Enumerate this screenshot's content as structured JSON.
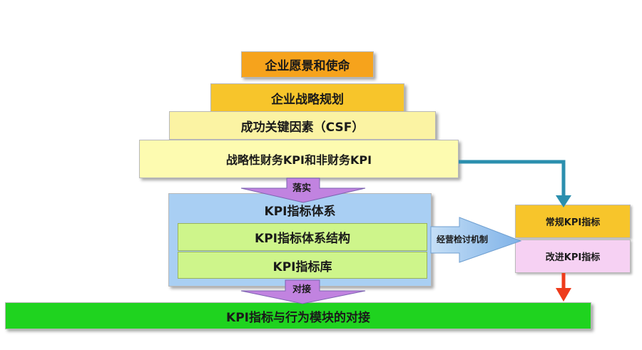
{
  "pyramid": {
    "vision": "企业愿景和使命",
    "strategy": "企业战略规划",
    "csf": "成功关键因素（CSF）",
    "kpi": "战略性财务KPI和非财务KPI"
  },
  "arrows": {
    "implement": "落实",
    "dock": "对接",
    "review": "经营检讨机制"
  },
  "system": {
    "title": "KPI指标体系",
    "structure": "KPI指标体系结构",
    "library": "KPI指标库"
  },
  "side": {
    "regular": "常规KPI指标",
    "improve": "改进KPI指标"
  },
  "bottom": {
    "label": "KPI指标与行为模块的对接"
  },
  "colors": {
    "orange": "#f6a31c",
    "gold": "#f7c52b",
    "pale_yellow": "#fbf3a3",
    "light_yellow": "#fdfbb0",
    "blue_panel": "#a9cff3",
    "lime": "#cef58b",
    "green": "#1fd31f",
    "pink": "#f6d1f3",
    "teal": "#2b8fae",
    "red": "#ee3b1b",
    "violet": "#c183e0"
  }
}
